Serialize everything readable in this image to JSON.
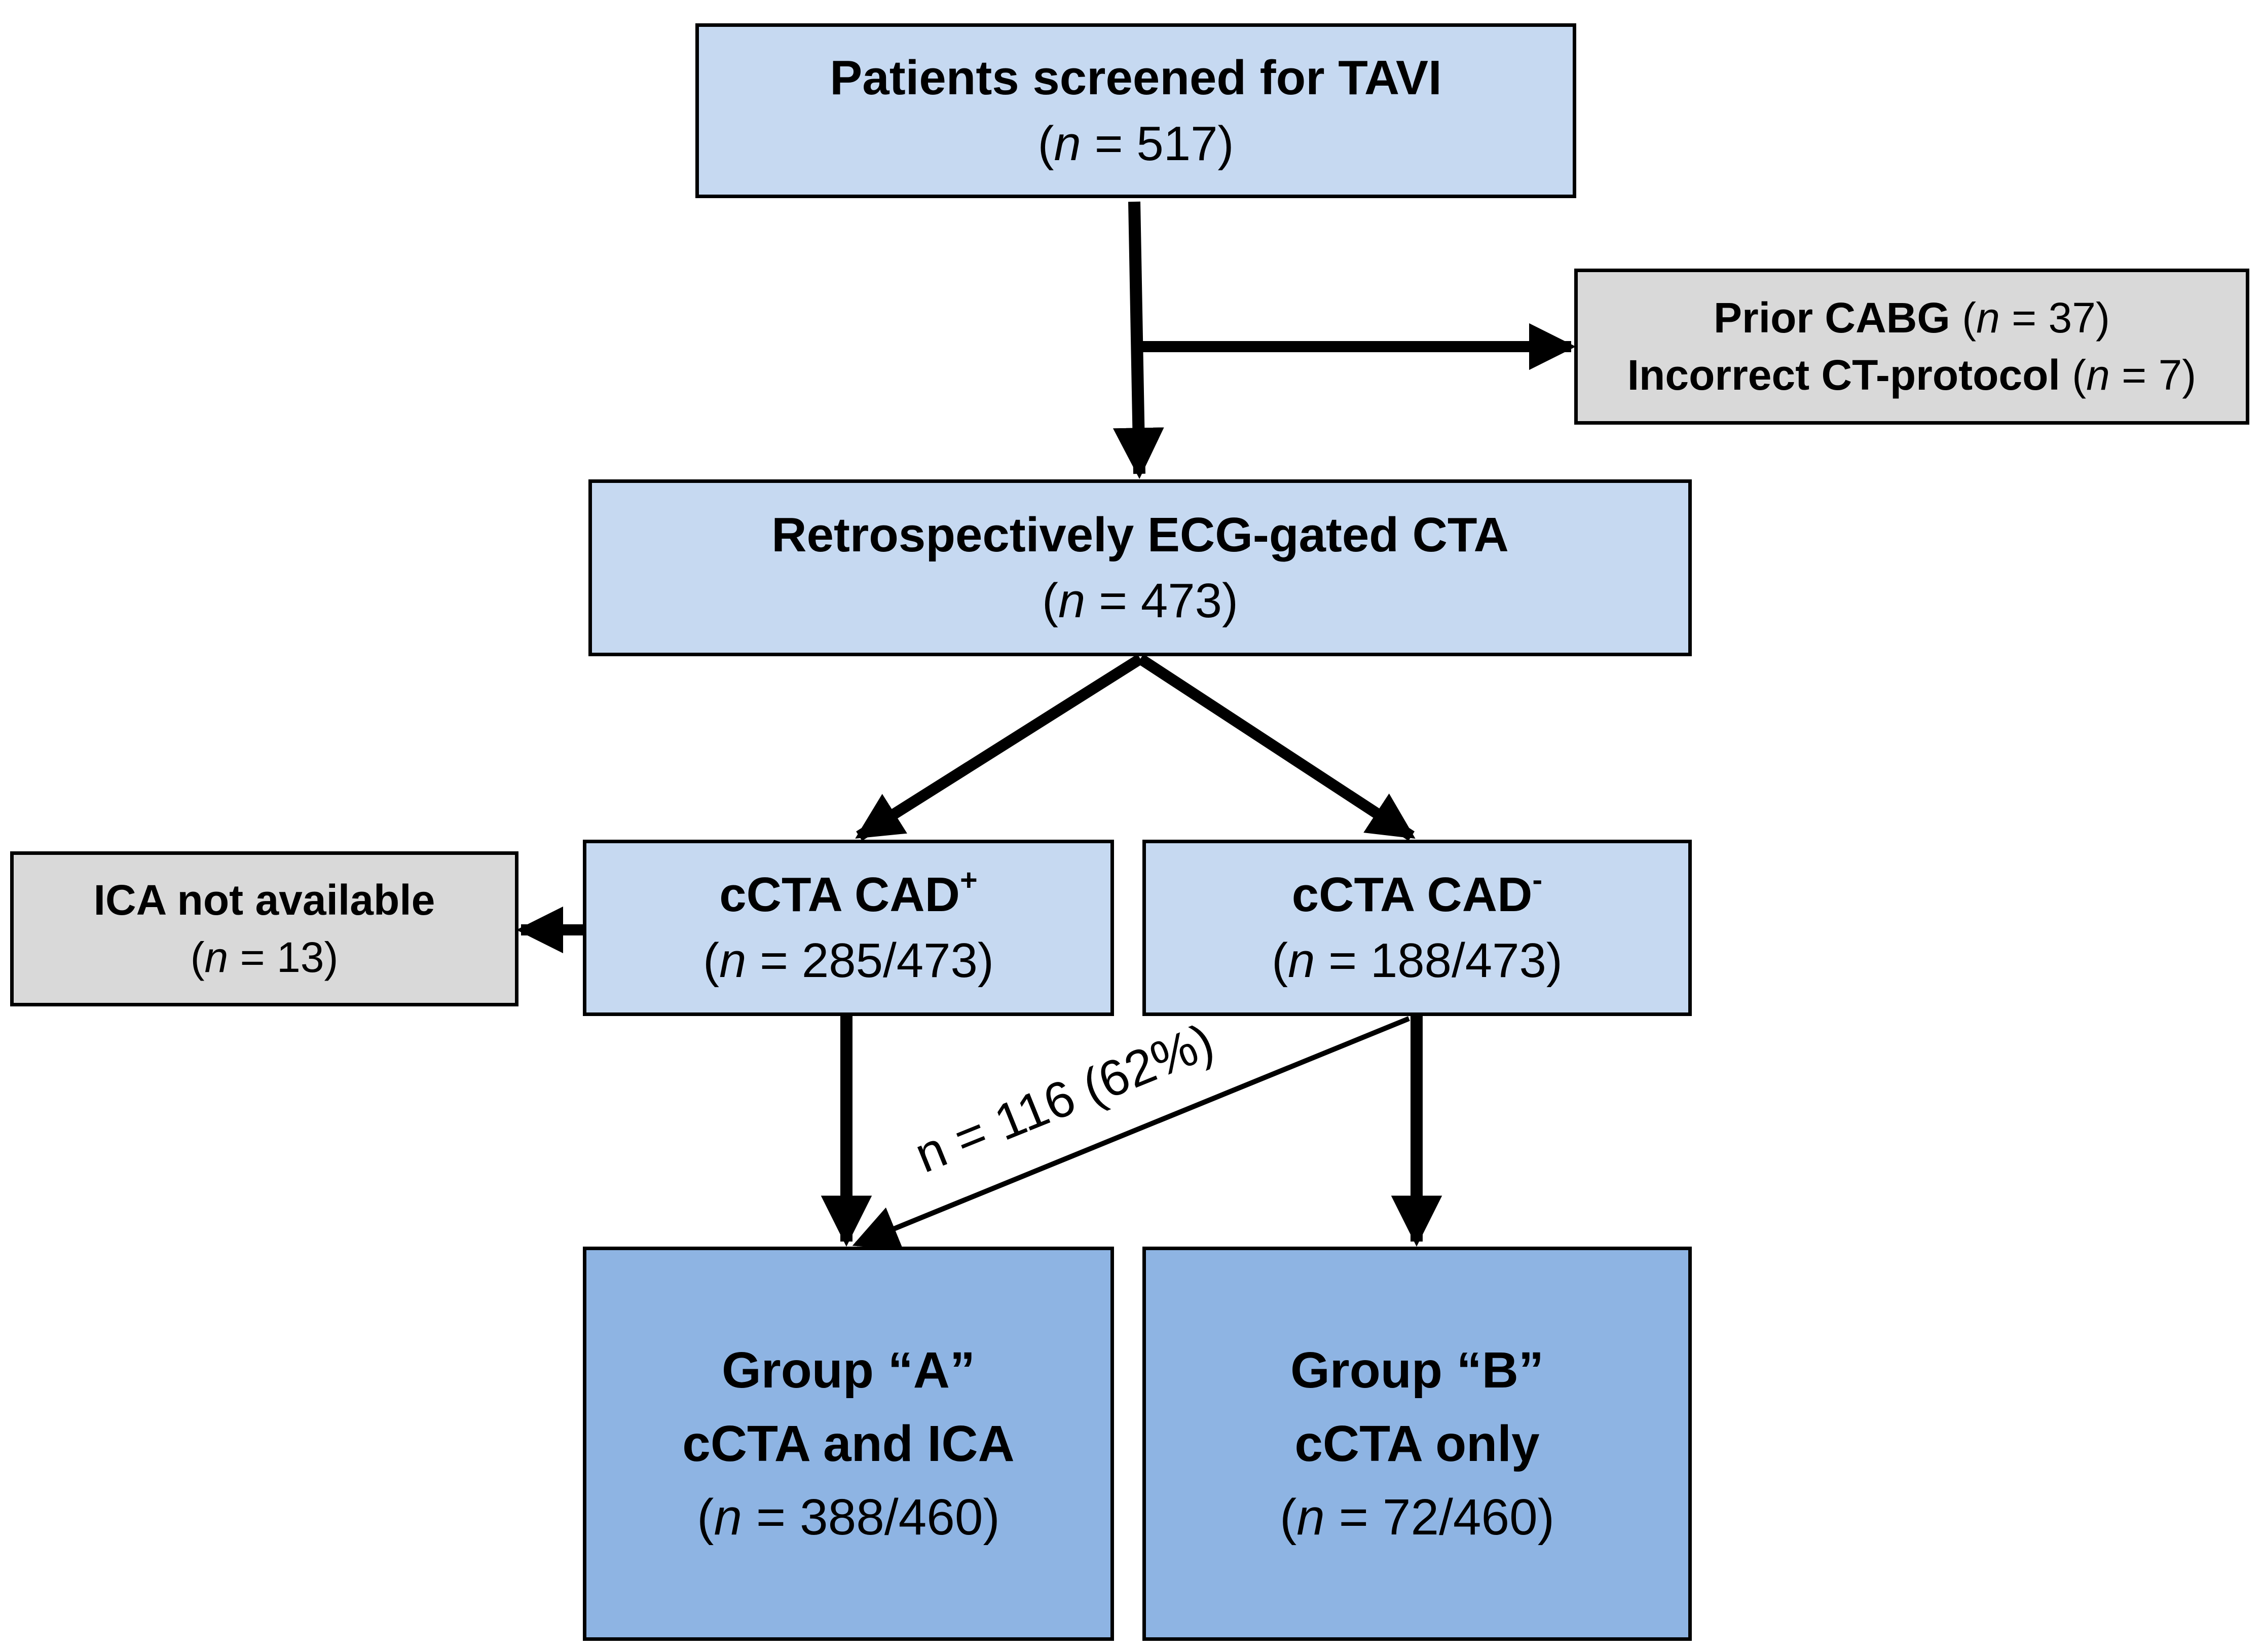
{
  "diagram": {
    "screened": {
      "title": "Patients screened for TAVI",
      "count": "517"
    },
    "excluded": {
      "line1": {
        "label": "Prior CABG",
        "count": "37"
      },
      "line2": {
        "label": "Incorrect CT-protocol",
        "count": "7"
      }
    },
    "cta": {
      "title": "Retrospectively ECG-gated CTA",
      "count": "473"
    },
    "cad_pos": {
      "title": "cCTA CAD",
      "sup": "+",
      "count": "285/473"
    },
    "cad_neg": {
      "title": "cCTA CAD",
      "sup": "-",
      "count": "188/473"
    },
    "ica_na": {
      "title": "ICA not available",
      "count": "13"
    },
    "group_a": {
      "title": "Group “A”",
      "subtitle": "cCTA and ICA",
      "count": "388/460"
    },
    "group_b": {
      "title": "Group “B”",
      "subtitle": "cCTA only",
      "count": "72/460"
    },
    "crossover_label": "n = 116 (62%)",
    "n_symbol": "n",
    "open_paren": "(",
    "equals": " = ",
    "close_paren": ")"
  }
}
